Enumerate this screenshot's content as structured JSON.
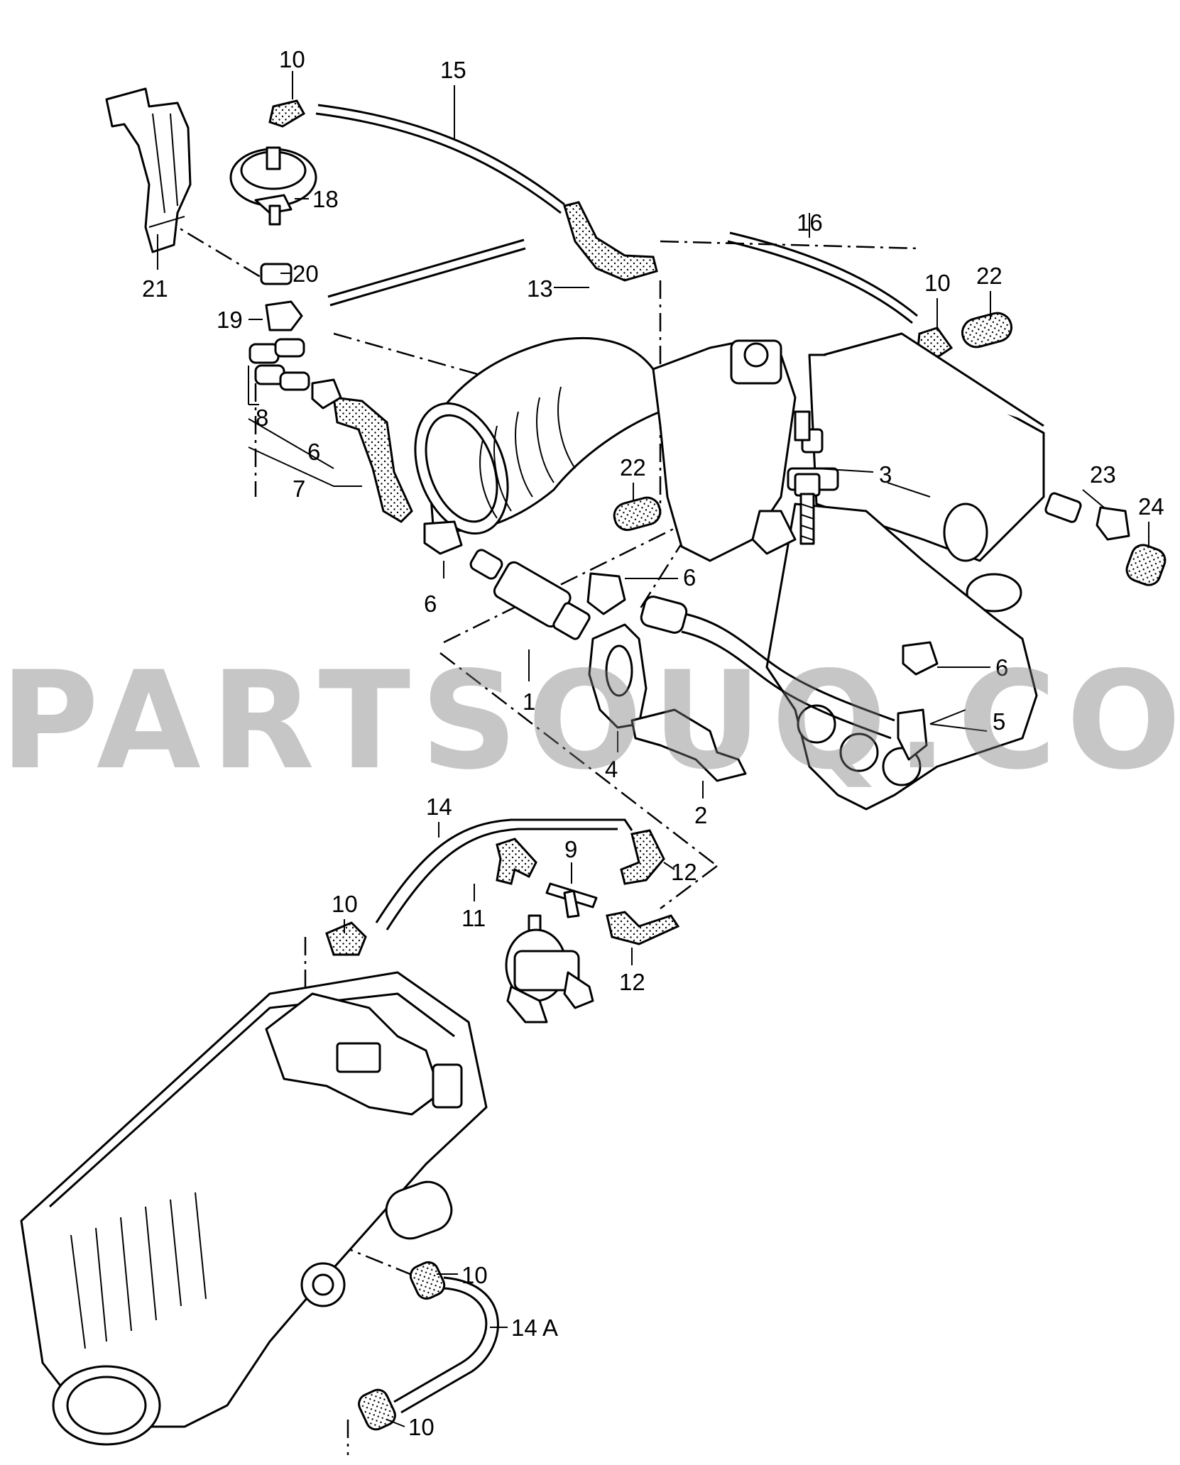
{
  "watermark": "PARTSOUQ.COM",
  "callouts": {
    "c10_top": "10",
    "c15": "15",
    "c18": "18",
    "c21": "21",
    "c20": "20",
    "c19": "19",
    "c8": "8",
    "c6_left": "6",
    "c7": "7",
    "c13": "13",
    "c16": "16",
    "c10_right": "10",
    "c22_top": "22",
    "c22_mid": "22",
    "c3": "3",
    "c23": "23",
    "c24": "24",
    "c6_clip": "6",
    "c6_mid": "6",
    "c6_right": "6",
    "c1": "1",
    "c4": "4",
    "c5": "5",
    "c2": "2",
    "c14": "14",
    "c9": "9",
    "c12_upper": "12",
    "c10_lower": "10",
    "c11": "11",
    "c12_lower": "12",
    "c10_bottom_a": "10",
    "c14a": "14 A",
    "c10_bottom_b": "10"
  },
  "colors": {
    "ink": "#000000",
    "paper": "#ffffff",
    "watermark": "#808080"
  }
}
